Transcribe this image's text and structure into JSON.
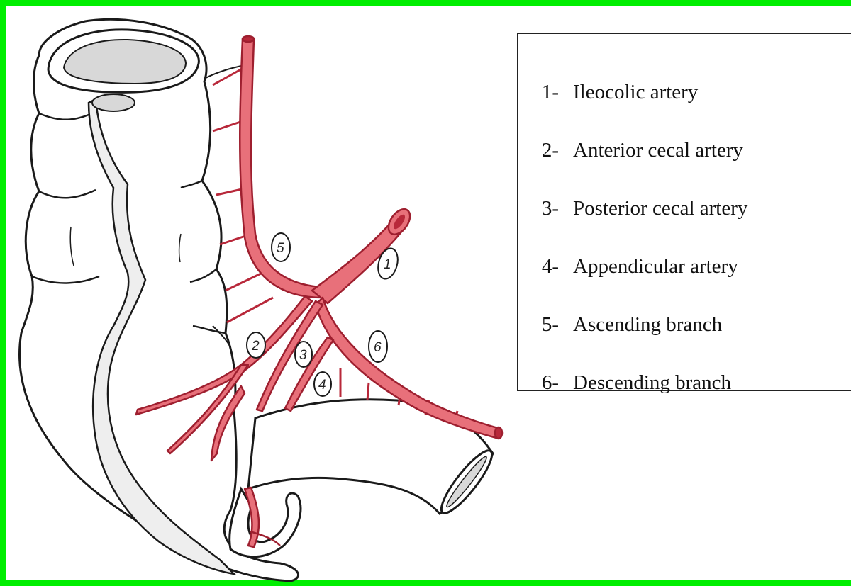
{
  "colors": {
    "frame": "#00ee00",
    "artery": "#e8707a",
    "artery_dark": "#b8283a",
    "outline": "#1a1a1a",
    "lumen": "#d8d8d8",
    "mesentery": "#ececec"
  },
  "legend": {
    "items": [
      {
        "num": "1-",
        "label": "Ileocolic artery"
      },
      {
        "num": "2-",
        "label": "Anterior cecal artery"
      },
      {
        "num": "3-",
        "label": "Posterior cecal artery"
      },
      {
        "num": "4-",
        "label": "Appendicular artery"
      },
      {
        "num": "5-",
        "label": "Ascending branch"
      },
      {
        "num": "6-",
        "label": "Descending branch"
      }
    ]
  },
  "drawing": {
    "markers": [
      "1",
      "2",
      "3",
      "4",
      "5",
      "6"
    ]
  }
}
